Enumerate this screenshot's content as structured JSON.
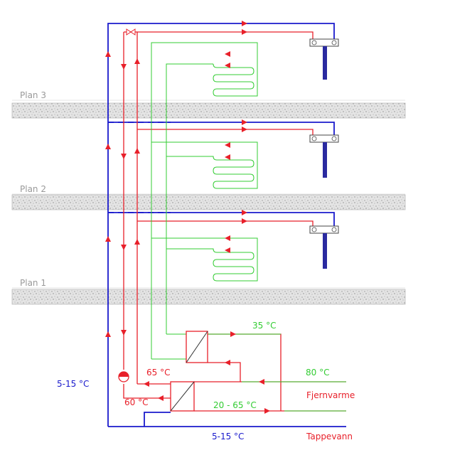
{
  "floors": [
    {
      "label": "Plan 3"
    },
    {
      "label": "Plan 2"
    },
    {
      "label": "Plan 1"
    }
  ],
  "labels": {
    "cold_supply_left": "5-15 °C",
    "cold_supply_bottom": "5-15 °C",
    "hot_water_temp": "65 °C",
    "circulation_temp": "60 °C",
    "heating_supply_temp": "35 °C",
    "district_supply_temp": "80 °C",
    "district_return_temp": "20 - 65 °C",
    "district_heating": "Fjernvarme",
    "tap_water": "Tappevann"
  },
  "colors": {
    "cold_water": "#1a1acc",
    "hot_water": "#e8202a",
    "heating": "#33cc33",
    "slab": "#c8c8c8",
    "floor_label": "#999999",
    "radiator": "#2a2aa0"
  }
}
